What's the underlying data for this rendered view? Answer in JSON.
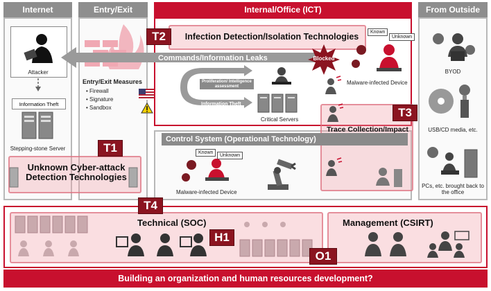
{
  "columns": {
    "internet": "Internet",
    "entry_exit": "Entry/Exit",
    "internal": "Internal/Office (ICT)",
    "outside": "From Outside"
  },
  "internet": {
    "attacker": "Attacker",
    "info_theft": "Information Theft",
    "stepping_stone": "Stepping-stone Server"
  },
  "entry_exit": {
    "title": "Entry/Exit Measures",
    "items": [
      "Firewall",
      "Signature",
      "Sandbox"
    ]
  },
  "internal": {
    "t2_label": "Infection Detection/Isolation Technologies",
    "commands_bar": "Commands/Information Leaks",
    "proliferation": "Proliferation/ Intelligence assessment",
    "info_theft": "Information Theft",
    "critical_servers": "Critical Servers",
    "blocked": "Blocked",
    "known": "Known",
    "unknown": "Unknown",
    "malware_device": "Malware-infected Device"
  },
  "control": {
    "bar": "Control System (Operational Technology)",
    "known": "Known",
    "unknown": "Unknown",
    "malware_device": "Malware-infected Device"
  },
  "t3": {
    "label": "Trace Collection/Impact Analysis Technologies"
  },
  "t1": {
    "label": "Unknown Cyber-attack Detection Technologies"
  },
  "outside": {
    "byod": "BYOD",
    "usb": "USB/CD media, etc.",
    "pcs": "PCs, etc. brought back to the office"
  },
  "bottom": {
    "technical": "Technical (SOC)",
    "management": "Management (CSIRT)",
    "footer": "Building an organization and  human resources development?"
  },
  "tags": {
    "t1": "T1",
    "t2": "T2",
    "t3": "T3",
    "t4": "T4",
    "h1": "H1",
    "o1": "O1"
  },
  "colors": {
    "brand_red": "#c8102e",
    "tag_red": "#8b1420",
    "header_gray": "#8e8e8e"
  }
}
